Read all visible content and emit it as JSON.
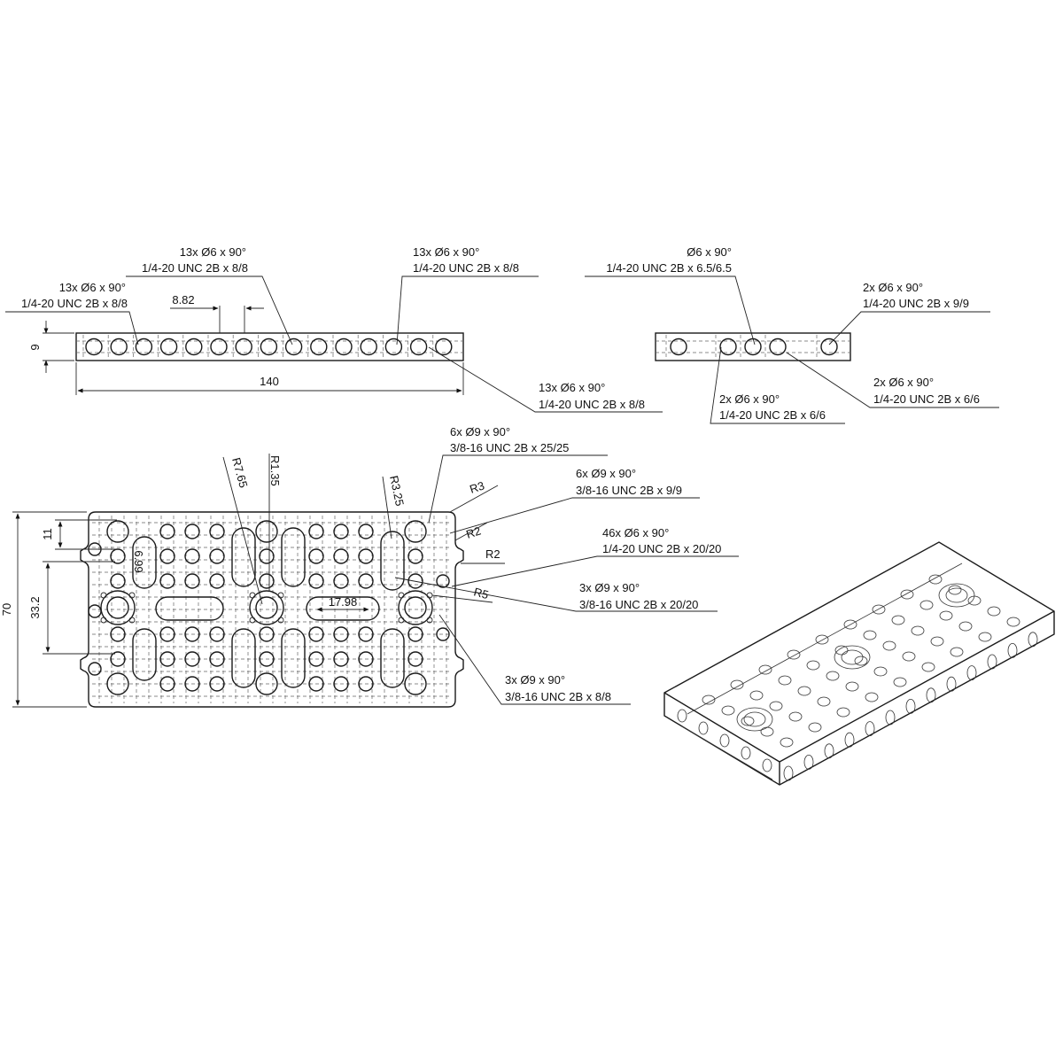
{
  "side_view_long": {
    "callout_left": [
      "13x Ø6 x 90°",
      "1/4-20 UNC 2B x 8/8"
    ],
    "callout_top_mid": [
      "13x Ø6 x 90°",
      "1/4-20 UNC 2B x 8/8"
    ],
    "callout_top_right": [
      "13x Ø6 x 90°",
      "1/4-20 UNC 2B x 8/8"
    ],
    "callout_bottom_right": [
      "13x Ø6 x 90°",
      "1/4-20 UNC 2B x 8/8"
    ],
    "dim_pitch": "8.82",
    "dim_height": "9",
    "dim_length": "140"
  },
  "side_view_short": {
    "callout_top": [
      "Ø6 x 90°",
      "1/4-20 UNC 2B x 6.5/6.5"
    ],
    "callout_right": [
      "2x Ø6 x 90°",
      "1/4-20 UNC 2B x 9/9"
    ],
    "callout_bottom_left": [
      "2x Ø6 x 90°",
      "1/4-20 UNC 2B x 6/6"
    ],
    "callout_bottom_right": [
      "2x Ø6 x 90°",
      "1/4-20 UNC 2B x 6/6"
    ]
  },
  "top_view": {
    "dim_r765": "R7.65",
    "dim_r135": "R1.35",
    "dim_r325": "R3.25",
    "dim_r3": "R3",
    "dim_r2a": "R2",
    "dim_r2b": "R2",
    "dim_r5": "R5",
    "dim_11": "11",
    "dim_699": "6.99",
    "dim_332": "33.2",
    "dim_70": "70",
    "dim_1798": "17.98",
    "callout_a": [
      "6x Ø9 x 90°",
      "3/8-16 UNC 2B x 25/25"
    ],
    "callout_b": [
      "6x Ø9 x 90°",
      "3/8-16 UNC 2B x 9/9"
    ],
    "callout_c": [
      "46x Ø6 x 90°",
      "1/4-20 UNC 2B x 20/20"
    ],
    "callout_d": [
      "3x Ø9 x 90°",
      "3/8-16 UNC 2B x 20/20"
    ],
    "callout_e": [
      "3x Ø9 x 90°",
      "3/8-16 UNC 2B x 8/8"
    ]
  }
}
